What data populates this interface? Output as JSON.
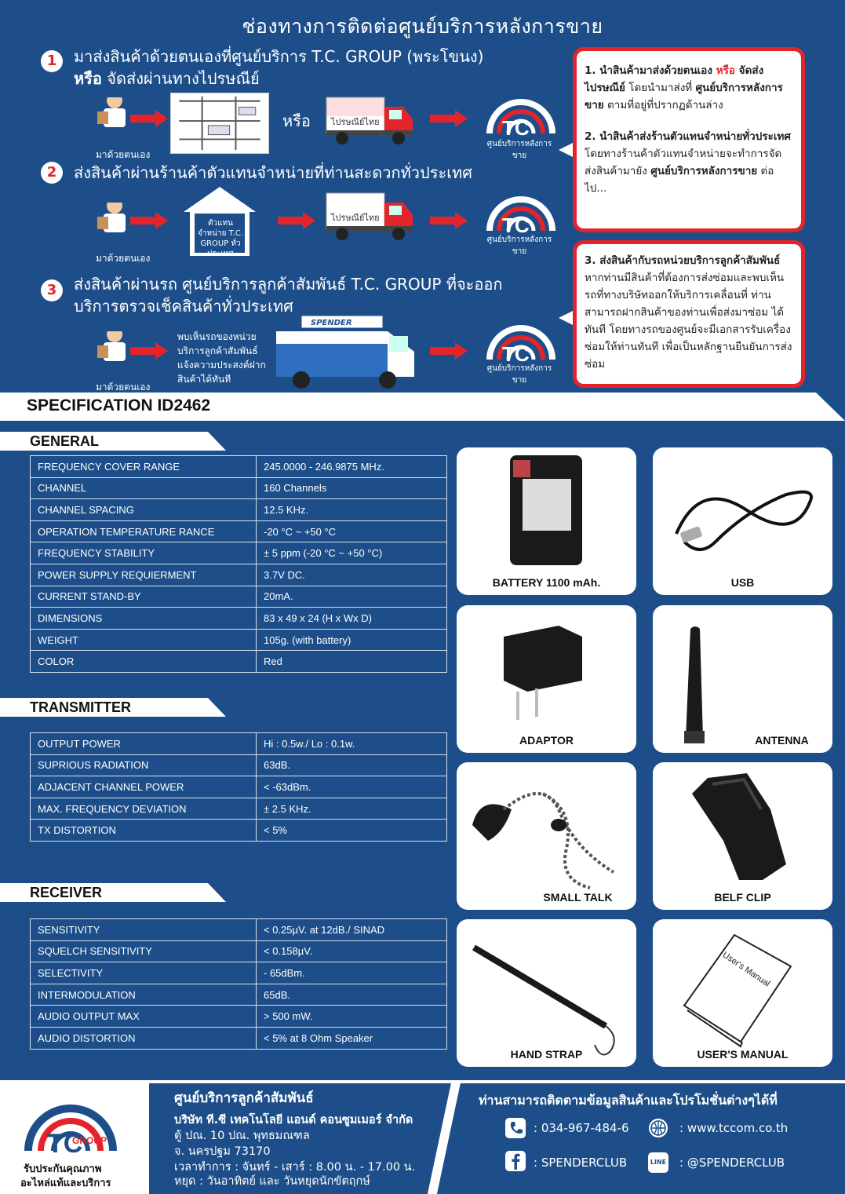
{
  "header": {
    "title": "ช่องทางการติดต่อศูนย์บริการหลังการขาย"
  },
  "steps": [
    {
      "num": "1",
      "line1": "มาส่งสินค้าด้วยตนเองที่ศูนย์บริการ T.C. GROUP (พระโขนง)",
      "or_word": "หรือ",
      "line2": " จัดส่งผ่านทางไปรษณีย์",
      "caption": "มาด้วยตนเอง",
      "or_mid": "หรือ",
      "truck_label": "ไปรษณีย์ไทย",
      "logo_caption": "ศูนย์บริการหลังการขาย"
    },
    {
      "num": "2",
      "line1": "ส่งสินค้าผ่านร้านค้าตัวแทนจำหน่ายที่ท่านสะดวกทั่วประเทศ",
      "caption": "มาด้วยตนเอง",
      "house_label": "ตัวแทนจำหน่าย T.C. GROUP ทั่วประเทศ",
      "truck_label": "ไปรษณีย์ไทย",
      "logo_caption": "ศูนย์บริการหลังการขาย"
    },
    {
      "num": "3",
      "line1": "ส่งสินค้าผ่านรถ ศูนย์บริการลูกค้าสัมพันธ์ T.C. GROUP ที่จะออก",
      "line2": "บริการตรวจเช็คสินค้าทั่วประเทศ",
      "caption": "มาด้วยตนเอง",
      "note": "พบเห็นรถของหน่วยบริการลูกค้าสัมพันธ์ แจ้งความประสงค์ฝากสินค้าได้ทันที",
      "van_label": "SPENDER",
      "logo_caption": "ศูนย์บริการหลังการขาย"
    }
  ],
  "infobox1": {
    "p1_a": "1. นำสินค้ามาส่งด้วยตนเอง ",
    "p1_or": "หรือ",
    "p1_b": " จัดส่งไปรษณีย์",
    "p1_c": " โดยนำมาส่งที่ ",
    "p1_d": "ศูนย์บริการหลังการขาย",
    "p1_e": " ตามที่อยู่ที่ปรากฏด้านล่าง",
    "p2_a": "2. นำสินค้าส่งร้านตัวแทนจำหน่ายทั่วประเทศ",
    "p2_b": " โดยทางร้านค้าตัวแทนจำหน่ายจะทำการจัดส่งสินค้ามายัง ",
    "p2_c": "ศูนย์บริการหลังการขาย",
    "p2_d": " ต่อไป..."
  },
  "infobox2": {
    "head": "3. ส่งสินค้ากับรถหน่วยบริการลูกค้าสัมพันธ์",
    "body": "หากท่านมีสินค้าที่ต้องการส่งซ่อมและพบเห็นรถที่ทางบริษัทออกให้บริการเคลื่อนที่ ท่านสามารถฝากสินค้าของท่านเพื่อส่งมาซ่อม ได้ทันที โดยทางรถของศูนย์จะมีเอกสารรับเครื่องซ่อมให้ท่านทันที เพื่อเป็นหลักฐานยืนยันการส่งซ่อม"
  },
  "spec_title": "SPECIFICATION ID2462",
  "sections": {
    "general": {
      "title": "GENERAL",
      "rows": [
        [
          "FREQUENCY COVER RANGE",
          "245.0000 - 246.9875 MHz."
        ],
        [
          "CHANNEL",
          "160 Channels"
        ],
        [
          "CHANNEL SPACING",
          "12.5 KHz."
        ],
        [
          "OPERATION TEMPERATURE RANCE",
          "-20 °C ~ +50 °C"
        ],
        [
          "FREQUENCY STABILITY",
          "± 5 ppm (-20 °C ~ +50 °C)"
        ],
        [
          "POWER SUPPLY REQUIERMENT",
          "3.7V DC."
        ],
        [
          "CURRENT STAND-BY",
          "20mA."
        ],
        [
          "DIMENSIONS",
          "83 x 49 x 24 (H x Wx D)"
        ],
        [
          "WEIGHT",
          "105g. (with  battery)"
        ],
        [
          "COLOR",
          "Red"
        ]
      ]
    },
    "transmitter": {
      "title": "TRANSMITTER",
      "rows": [
        [
          "OUTPUT POWER",
          "Hi : 0.5w./ Lo : 0.1w."
        ],
        [
          "SUPRIOUS RADIATION",
          "63dB."
        ],
        [
          "ADJACENT CHANNEL POWER",
          "< -63dBm."
        ],
        [
          "MAX. FREQUENCY DEVIATION",
          "± 2.5 KHz."
        ],
        [
          "TX DISTORTION",
          "< 5%"
        ]
      ]
    },
    "receiver": {
      "title": "RECEIVER",
      "rows": [
        [
          "SENSITIVITY",
          "< 0.25µV. at 12dB./ SINAD"
        ],
        [
          "SQUELCH SENSITIVITY",
          "< 0.158µV."
        ],
        [
          "SELECTIVITY",
          "- 65dBm."
        ],
        [
          "INTERMODULATION",
          "65dB."
        ],
        [
          "AUDIO OUTPUT MAX",
          "> 500 mW."
        ],
        [
          "AUDIO DISTORTION",
          "< 5% at 8 Ohm Speaker"
        ]
      ]
    }
  },
  "accessories": [
    "BATTERY 1100 mAh.",
    "USB",
    "ADAPTOR",
    "ANTENNA",
    "SMALL TALK",
    "BELF CLIP",
    "HAND STRAP",
    "USER'S MANUAL"
  ],
  "manual_cover": "User's Manual",
  "footer": {
    "logo_word": "GROUP",
    "logo_tag1": "รับประกันคุณภาพ",
    "logo_tag2": "อะไหล่แท้และบริการ",
    "center_title": "ศูนย์บริการลูกค้าสัมพันธ์",
    "company": "บริษัท ที.ซี เทคโนโลยี แอนด์ คอนซูมเมอร์ จำกัด",
    "addr1": "ตู้ ปณ. 10 ปณ. พุทธมณฑล",
    "addr2": "จ. นครปฐม  73170",
    "hours": "เวลาทำการ : จันทร์ - เสาร์ : 8.00 น. - 17.00 น.",
    "holiday": "หยุด : วันอาทิตย์ และ วันหยุดนักขัตฤกษ์",
    "follow": "ท่านสามารถติดตามข้อมูลสินค้าและโปรโมชั่นต่างๆได้ที่",
    "phone": ": 034-967-484-6",
    "web": ": www.tccom.co.th",
    "fb": ": SPENDERCLUB",
    "line": ": @SPENDERCLUB",
    "line_icon": "LINE"
  },
  "colors": {
    "brand_blue": "#1d4e89",
    "accent_red": "#e3242b"
  }
}
